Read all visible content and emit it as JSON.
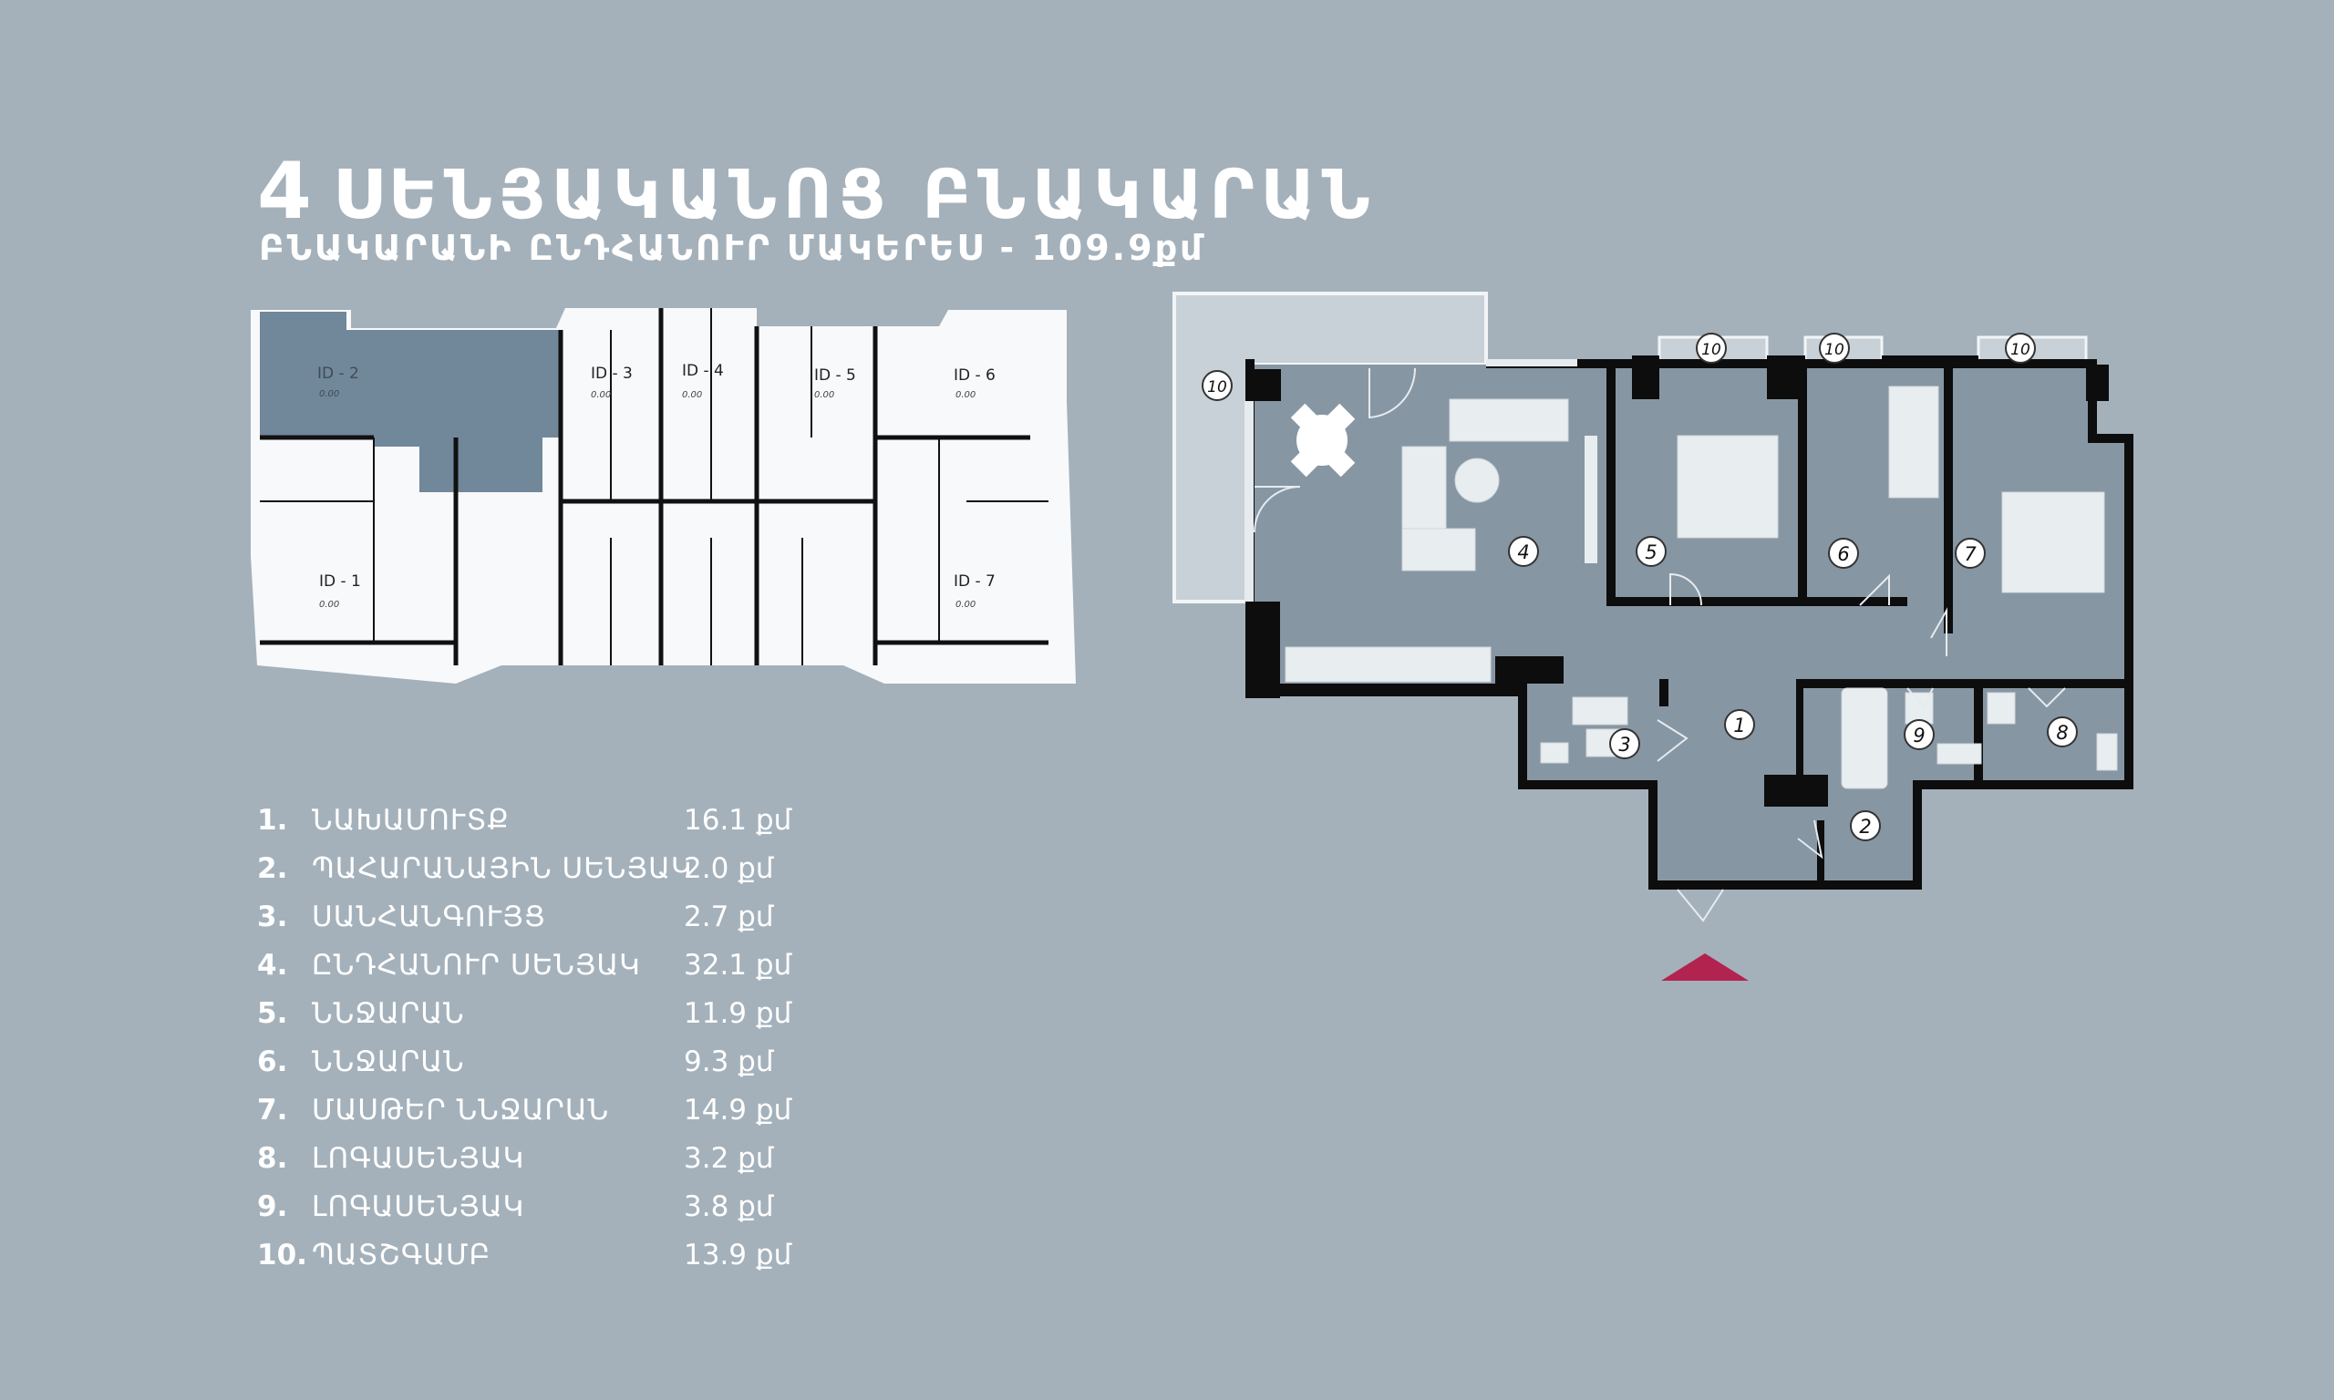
{
  "header": {
    "title_number": "4",
    "title_text": "ՍԵՆՅԱԿԱՆՈՑ ԲՆԱԿԱՐԱՆ",
    "subtitle": "ԲՆԱԿԱՐԱՆԻ ԸՆԴՀԱՆՈՒՐ ՄԱԿԵՐԵՍ - 109.9քմ"
  },
  "building_plan": {
    "units": [
      {
        "id": "ID - 1",
        "level": "0.00"
      },
      {
        "id": "ID - 2",
        "level": "0.00"
      },
      {
        "id": "ID - 3",
        "level": "0.00"
      },
      {
        "id": "ID - 4",
        "level": "0.00"
      },
      {
        "id": "ID - 5",
        "level": "0.00"
      },
      {
        "id": "ID - 6",
        "level": "0.00"
      },
      {
        "id": "ID - 7",
        "level": "0.00"
      }
    ],
    "highlighted_unit": "ID - 2"
  },
  "rooms": [
    {
      "num": "1.",
      "name": "ՆԱԽԱՄՈՒՏՔ",
      "area": "16.1 քմ"
    },
    {
      "num": "2.",
      "name": "ՊԱՀԱՐԱՆԱՅԻՆ ՍԵՆՅԱԿ",
      "area": "2.0 քմ"
    },
    {
      "num": "3.",
      "name": "ՍԱՆՀԱՆԳՈՒՅՑ",
      "area": "2.7 քմ"
    },
    {
      "num": "4.",
      "name": "ԸՆԴՀԱՆՈՒՐ ՍԵՆՅԱԿ",
      "area": "32.1 քմ"
    },
    {
      "num": "5.",
      "name": "ՆՆՋԱՐԱՆ",
      "area": "11.9 քմ"
    },
    {
      "num": "6.",
      "name": "ՆՆՋԱՐԱՆ",
      "area": "9.3 քմ"
    },
    {
      "num": "7.",
      "name": "ՄԱՍԹԵՐ ՆՆՋԱՐԱՆ",
      "area": "14.9 քմ"
    },
    {
      "num": "8.",
      "name": "ԼՈԳԱՍԵՆՅԱԿ",
      "area": "3.2 քմ"
    },
    {
      "num": "9.",
      "name": "ԼՈԳԱՍԵՆՅԱԿ",
      "area": "3.8 քմ"
    },
    {
      "num": "10.",
      "name": "ՊԱՏՇԳԱՄԲ",
      "area": "13.9 քմ"
    }
  ],
  "plan_labels": {
    "r1": "1",
    "r2": "2",
    "r3": "3",
    "r4": "4",
    "r5": "5",
    "r6": "6",
    "r7": "7",
    "r8": "8",
    "r9": "9",
    "r10": "10"
  },
  "colors": {
    "background": "#a4b1bb",
    "room_fill": "#8796a3",
    "wall": "#0d0d0d",
    "terrace": "#c8d1d8",
    "entrance_arrow": "#b3234f"
  }
}
